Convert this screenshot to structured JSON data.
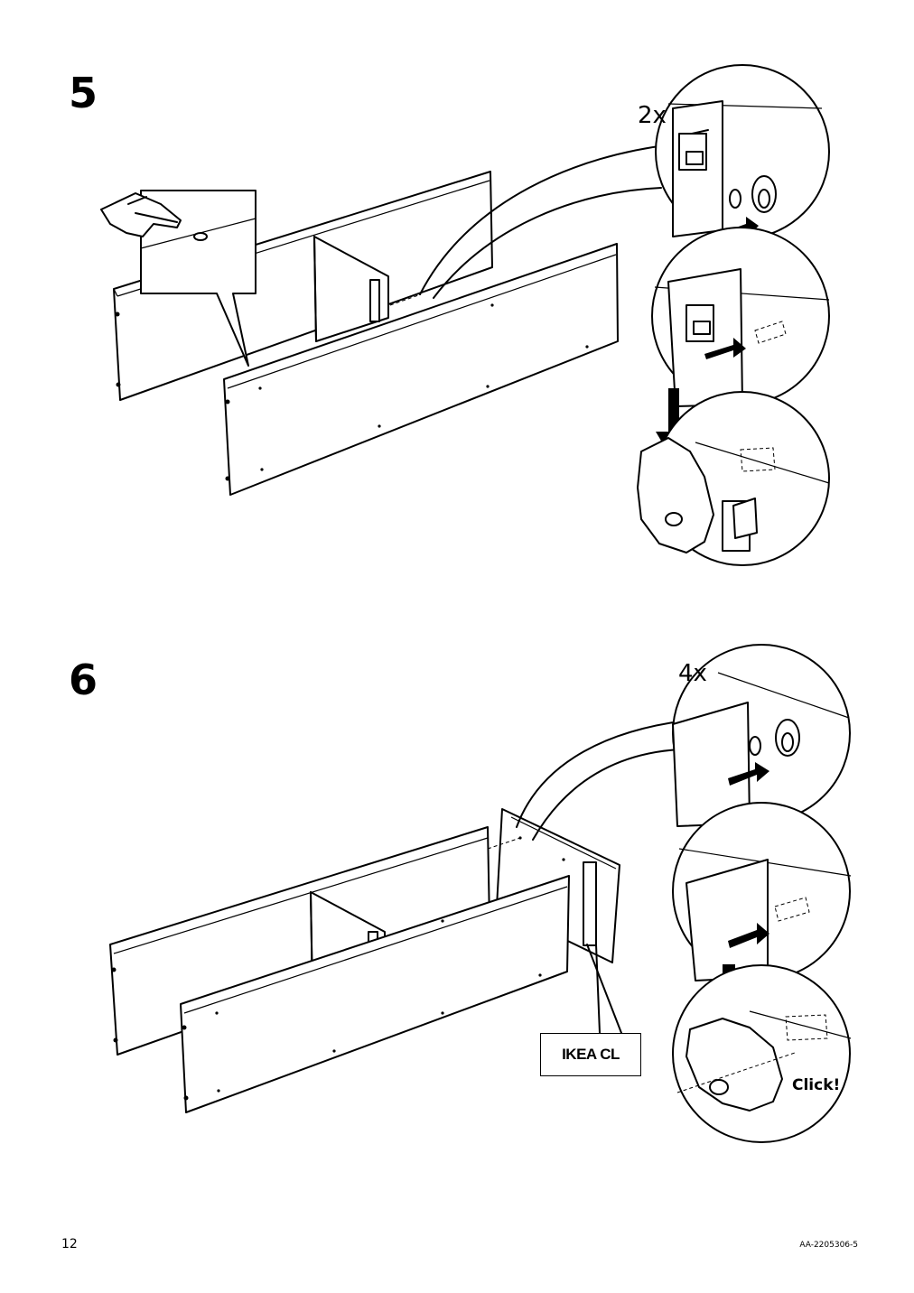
{
  "page": {
    "page_number": "12",
    "document_code": "AA-2205306-5"
  },
  "steps": [
    {
      "number": "5",
      "quantity": "2x"
    },
    {
      "number": "6",
      "quantity": "4x",
      "click_text": "Click!",
      "part_label": "IKEA CL"
    }
  ]
}
